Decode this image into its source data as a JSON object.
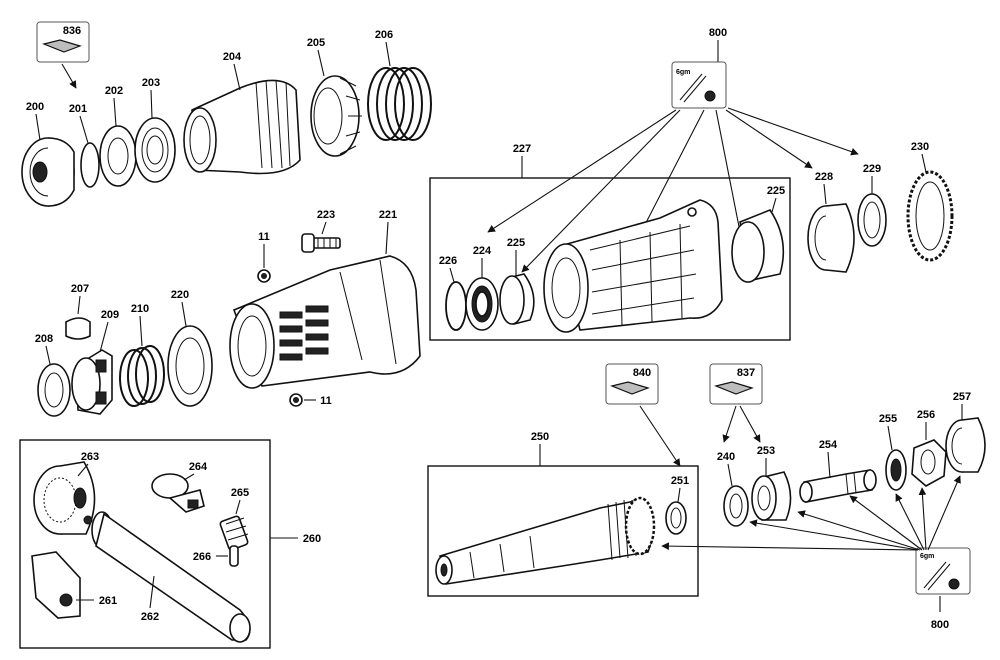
{
  "diagram": {
    "labels": {
      "l836": "836",
      "l800a": "800",
      "l200": "200",
      "l201": "201",
      "l202": "202",
      "l203": "203",
      "l204": "204",
      "l205": "205",
      "l206": "206",
      "l227": "227",
      "l225a": "225",
      "l228": "228",
      "l229": "229",
      "l230": "230",
      "l11a": "11",
      "l223": "223",
      "l221": "221",
      "l226": "226",
      "l224": "224",
      "l225b": "225",
      "l207": "207",
      "l209": "209",
      "l210": "210",
      "l220": "220",
      "l208": "208",
      "l11b": "11",
      "l840": "840",
      "l837": "837",
      "l250": "250",
      "l240": "240",
      "l253": "253",
      "l254": "254",
      "l255": "255",
      "l256": "256",
      "l257": "257",
      "l251": "251",
      "l263": "263",
      "l264": "264",
      "l265": "265",
      "l260": "260",
      "l266": "266",
      "l261": "261",
      "l262": "262",
      "l800b": "800",
      "grease_a": "6gm",
      "grease_b": "6gm"
    }
  }
}
